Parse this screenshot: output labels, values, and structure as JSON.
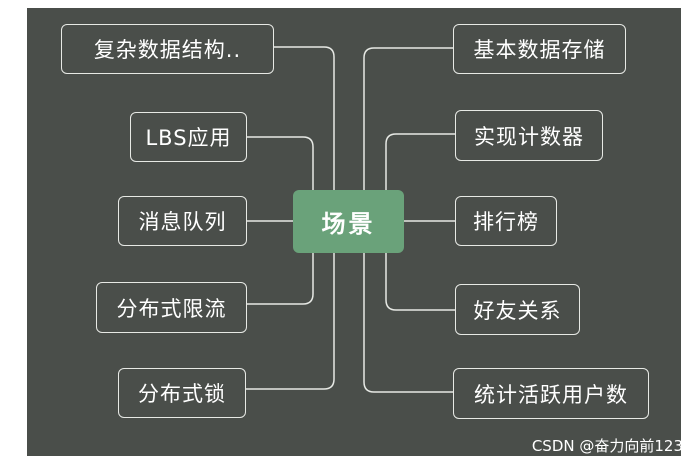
{
  "colors": {
    "background": "#4a4e4a",
    "center_fill": "#6aa27a",
    "border": "#e7e9e5",
    "text": "#ffffff"
  },
  "center": {
    "label": "场景"
  },
  "left_nodes": [
    {
      "label": "复杂数据结构.."
    },
    {
      "label": "LBS应用"
    },
    {
      "label": "消息队列"
    },
    {
      "label": "分布式限流"
    },
    {
      "label": "分布式锁"
    }
  ],
  "right_nodes": [
    {
      "label": "基本数据存储"
    },
    {
      "label": "实现计数器"
    },
    {
      "label": "排行榜"
    },
    {
      "label": "好友关系"
    },
    {
      "label": "统计活跃用户数"
    }
  ],
  "watermark": "CSDN @奋力向前123"
}
